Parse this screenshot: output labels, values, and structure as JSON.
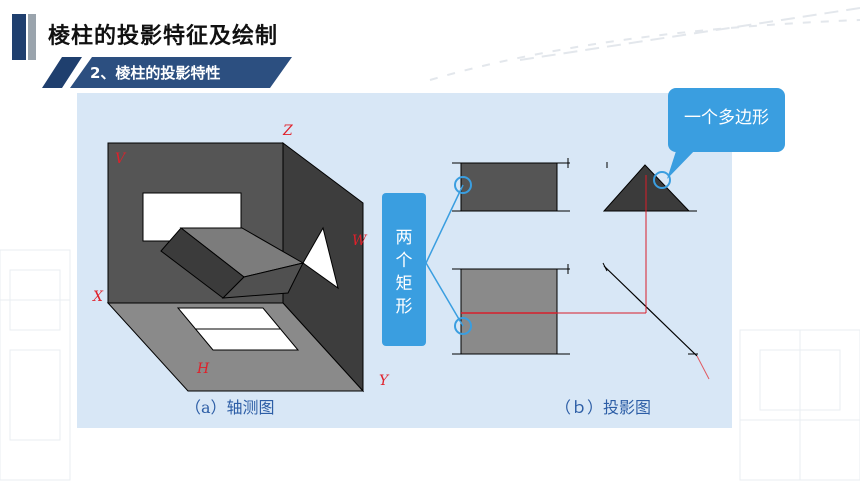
{
  "header": {
    "title": "棱柱的投影特征及绘制",
    "subtitle": "2、棱柱的投影特性"
  },
  "figure": {
    "axis_labels": {
      "z": "Z",
      "v": "V",
      "w": "W",
      "x": "X",
      "h": "H",
      "y": "Y"
    },
    "caption_a": "（a）轴测图",
    "caption_b": "（ｂ）投影图"
  },
  "callouts": {
    "two_rectangles": [
      "两",
      "个",
      "矩",
      "形"
    ],
    "one_polygon": "一个多边形"
  },
  "colors": {
    "navy": "#1f3f6e",
    "panel_bg": "#d8e7f6",
    "callout_blue": "#3a9ee0",
    "label_red": "#e0202a",
    "caption_blue": "#2d5ea6"
  }
}
